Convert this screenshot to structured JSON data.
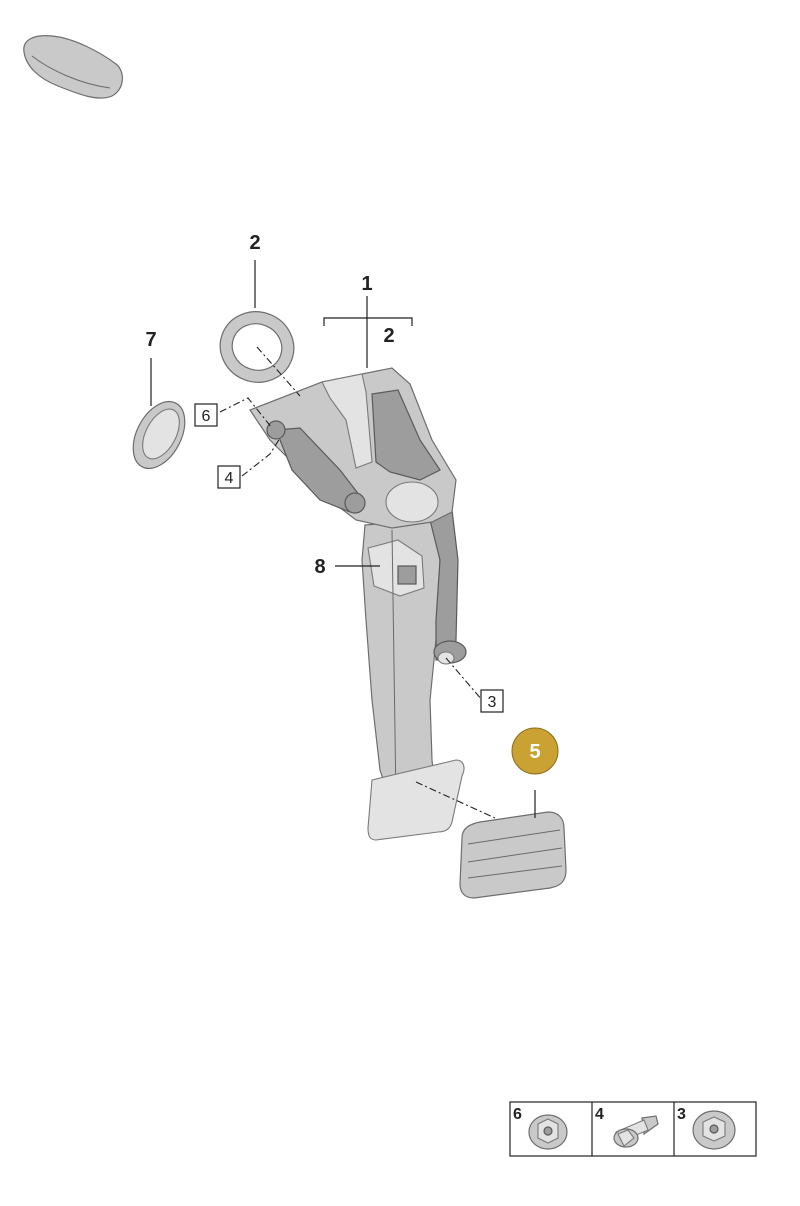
{
  "callouts": {
    "c1": "1",
    "c2_top": "2",
    "c2_bracket": "2",
    "c7": "7",
    "c6": "6",
    "c4": "4",
    "c8": "8",
    "c3": "3",
    "c5": "5"
  },
  "highlight_color": "#c9a233",
  "legend": [
    {
      "number": "6",
      "icon": "flange-nut-icon"
    },
    {
      "number": "4",
      "icon": "flange-bolt-icon"
    },
    {
      "number": "3",
      "icon": "flange-nut-icon"
    }
  ]
}
